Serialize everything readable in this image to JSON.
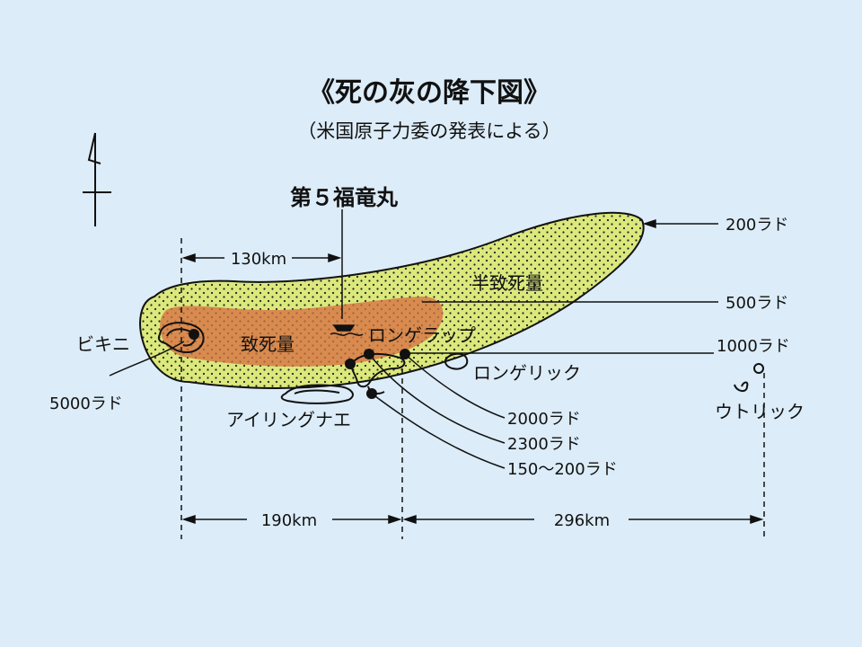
{
  "title": "《死の灰の降下図》",
  "subtitle": "（米国原子力委の発表による）",
  "ship": "第５福竜丸",
  "places": {
    "bikini": "ビキニ",
    "rongelap": "ロンゲラップ",
    "rongerik": "ロンゲリック",
    "ailinginae": "アイリングナエ",
    "utirik": "ウトリック"
  },
  "zones": {
    "half_lethal": "半致死量",
    "lethal": "致死量"
  },
  "doses": {
    "d200": "200ラド",
    "d500": "500ラド",
    "d1000": "1000ラド",
    "d5000": "5000ラド",
    "d2000": "2000ラド",
    "d2300": "2300ラド",
    "d150_200": "150～200ラド"
  },
  "distances": {
    "ship_from_bikini": "130km",
    "bikini_to_rongelap": "190km",
    "rongelap_to_utirik": "296km"
  },
  "colors": {
    "background": "#dcecf8",
    "outer_zone": "#dbe87c",
    "inner_zone": "#d98a4e",
    "ink": "#111111"
  }
}
